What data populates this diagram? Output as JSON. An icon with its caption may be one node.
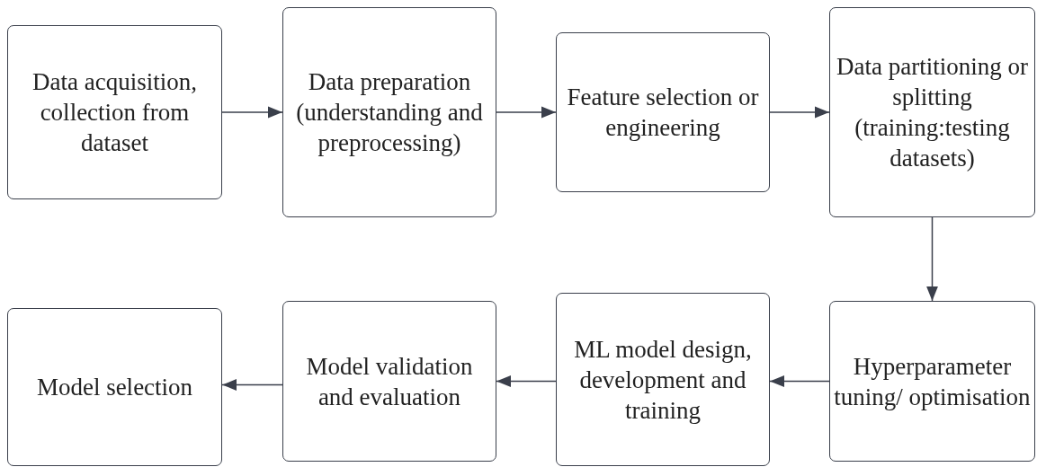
{
  "diagram": {
    "nodes": [
      {
        "text": [
          "Data acquisition, collection from dataset"
        ]
      },
      {
        "text": [
          "Data preparation (understanding and preprocessing)"
        ]
      },
      {
        "text": [
          "Feature selection or engineering"
        ]
      },
      {
        "text": [
          "Data partitioning or splitting (training:testing datasets)"
        ]
      },
      {
        "text": [
          "Hyperparameter tuning/ optimisation"
        ]
      },
      {
        "text": [
          "ML model design, development and training"
        ]
      },
      {
        "text": [
          "Model validation and evaluation"
        ]
      },
      {
        "text": [
          "Model selection"
        ]
      }
    ],
    "edges": [
      {
        "from": 0,
        "to": 1,
        "arrow": "to"
      },
      {
        "from": 1,
        "to": 2,
        "arrow": "to"
      },
      {
        "from": 2,
        "to": 3,
        "arrow": "to"
      },
      {
        "from": 3,
        "to": 4,
        "arrow": "to"
      },
      {
        "from": 4,
        "to": 5,
        "arrow": "to"
      },
      {
        "from": 5,
        "to": 6,
        "arrow": "to"
      },
      {
        "from": 6,
        "to": 7,
        "arrow": "to"
      }
    ]
  }
}
